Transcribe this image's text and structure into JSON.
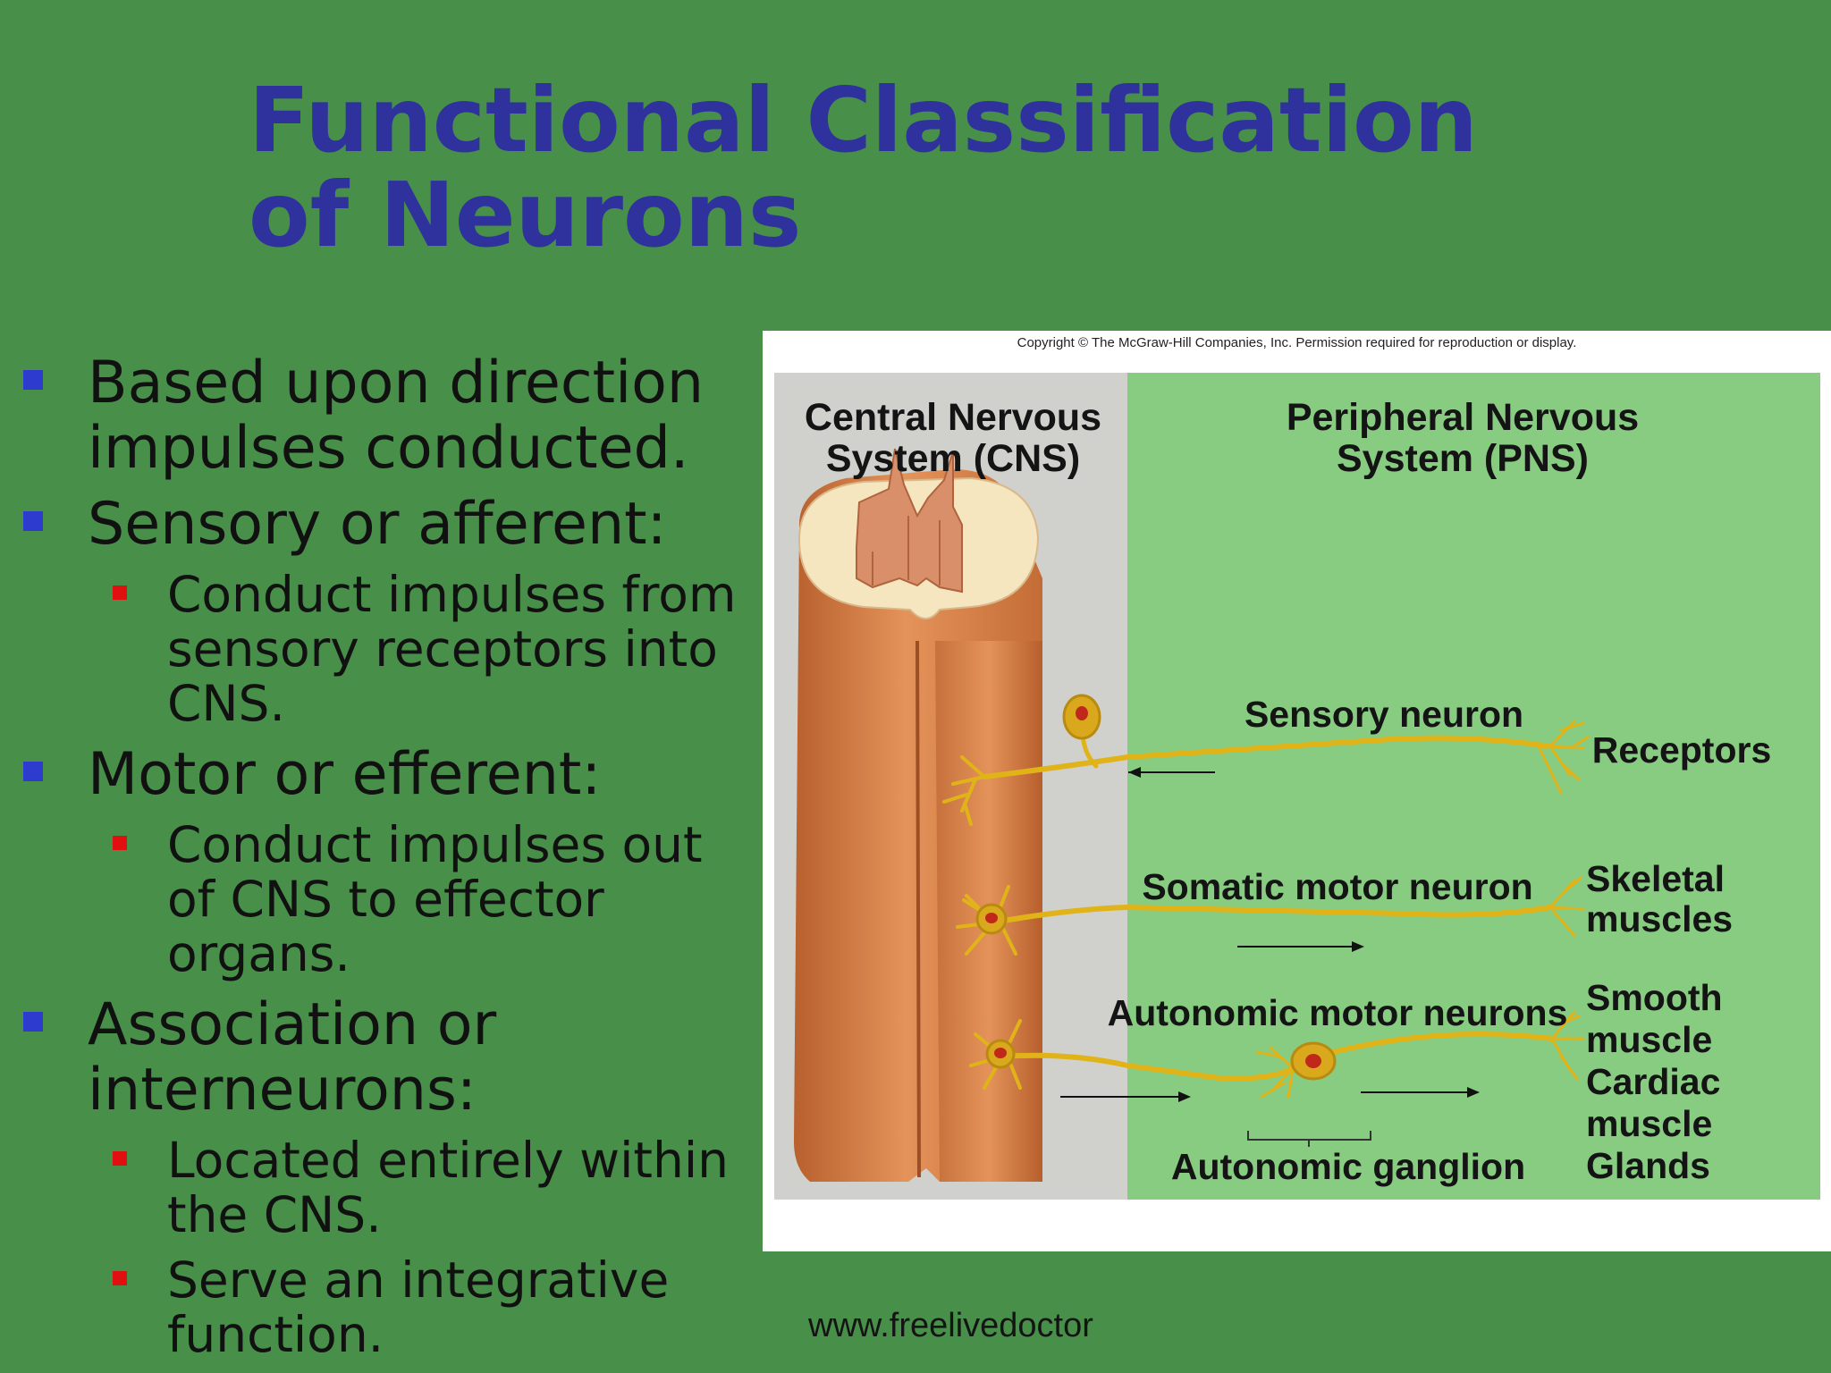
{
  "slide": {
    "title": "Functional Classification of Neurons",
    "footer": "www.freelivedoctor"
  },
  "bullets": [
    {
      "level": 1,
      "text": "Based upon direction impulses conducted."
    },
    {
      "level": 1,
      "text": "Sensory or afferent:"
    },
    {
      "level": 2,
      "text": "Conduct impulses from sensory receptors into CNS."
    },
    {
      "level": 1,
      "text": "Motor or efferent:"
    },
    {
      "level": 2,
      "text": "Conduct impulses out of CNS to effector organs."
    },
    {
      "level": 1,
      "text": "Association or interneurons:"
    },
    {
      "level": 2,
      "text": "Located entirely within the CNS."
    },
    {
      "level": 2,
      "text": "Serve an integrative function."
    }
  ],
  "diagram": {
    "copyright": "Copyright © The McGraw-Hill Companies, Inc. Permission required for reproduction or display.",
    "cns_label": [
      "Central Nervous",
      "System (CNS)"
    ],
    "pns_label": [
      "Peripheral Nervous",
      "System (PNS)"
    ],
    "sensory_neuron": "Sensory neuron",
    "receptors": "Receptors",
    "somatic_motor_neuron": "Somatic motor neuron",
    "skeletal_muscles": [
      "Skeletal",
      "muscles"
    ],
    "autonomic_motor_neurons": "Autonomic motor neurons",
    "autonomic_targets": [
      "Smooth",
      "muscle",
      "Cardiac",
      "muscle",
      "Glands"
    ],
    "autonomic_ganglion": "Autonomic ganglion"
  },
  "colors": {
    "background": "#488f49",
    "title": "#2f319d",
    "bullet_level1": "#2e3bcf",
    "bullet_level2": "#e01010",
    "cns_region": "#d0d1cd",
    "pns_region": "#88cc82",
    "spinal_cord": "#d8834c",
    "neuron": "#e0b418"
  }
}
